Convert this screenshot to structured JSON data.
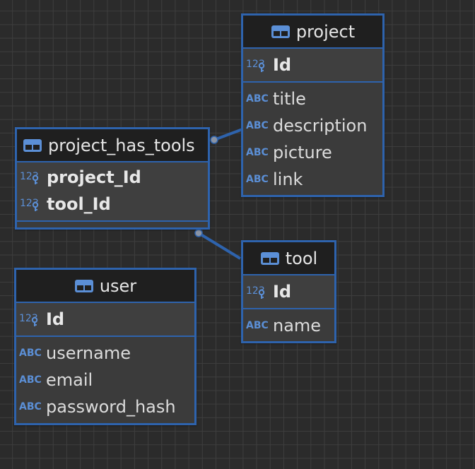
{
  "tables": {
    "project": {
      "name": "project",
      "pk": [
        {
          "name": "Id",
          "type_icon": "numeric-key-icon"
        }
      ],
      "columns": [
        {
          "name": "title",
          "type_icon": "text-type-icon"
        },
        {
          "name": "description",
          "type_icon": "text-type-icon"
        },
        {
          "name": "picture",
          "type_icon": "text-type-icon"
        },
        {
          "name": "link",
          "type_icon": "text-type-icon"
        }
      ]
    },
    "project_has_tools": {
      "name": "project_has_tools",
      "pk": [
        {
          "name": "project_Id",
          "type_icon": "numeric-key-icon"
        },
        {
          "name": "tool_Id",
          "type_icon": "numeric-key-icon"
        }
      ],
      "columns": []
    },
    "tool": {
      "name": "tool",
      "pk": [
        {
          "name": "Id",
          "type_icon": "numeric-key-icon"
        }
      ],
      "columns": [
        {
          "name": "name",
          "type_icon": "text-type-icon"
        }
      ]
    },
    "user": {
      "name": "user",
      "pk": [
        {
          "name": "Id",
          "type_icon": "numeric-key-icon"
        }
      ],
      "columns": [
        {
          "name": "username",
          "type_icon": "text-type-icon"
        },
        {
          "name": "email",
          "type_icon": "text-type-icon"
        },
        {
          "name": "password_hash",
          "type_icon": "text-type-icon"
        }
      ]
    }
  },
  "relations": [
    {
      "from": "project_has_tools",
      "to": "project"
    },
    {
      "from": "project_has_tools",
      "to": "tool"
    }
  ],
  "colors": {
    "accent": "#2e63ad",
    "background": "#2b2b2b",
    "header": "#1f1f1f",
    "icon": "#5b8fd6"
  }
}
